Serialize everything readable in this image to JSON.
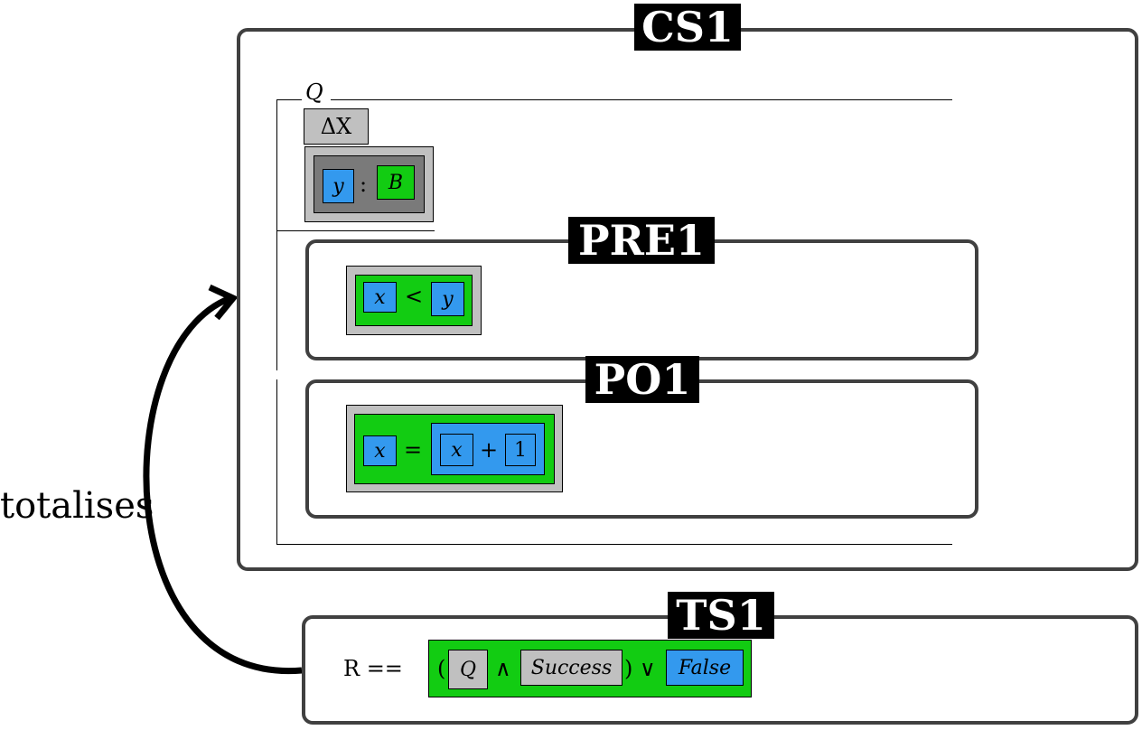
{
  "titles": {
    "cs": "CS1",
    "pre": "PRE1",
    "po": "PO1",
    "ts": "TS1"
  },
  "schema": {
    "name": "Q",
    "delta": "ΔX",
    "decl": {
      "var": "y",
      "colon": ":",
      "type": "B"
    }
  },
  "pre": {
    "lhs": "x",
    "op": "<",
    "rhs": "y"
  },
  "po": {
    "lhs": "x",
    "eq": "=",
    "a": "x",
    "plus": "+",
    "b": "1"
  },
  "ts": {
    "prefix": "R ==",
    "lparen": "(",
    "q": "Q",
    "and": "∧",
    "success": "Success",
    "rparen": ")",
    "or": "∨",
    "false_label": "False"
  },
  "arrow_label": "totalises",
  "colors": {
    "blue": "#3399ee",
    "green": "#12cc12",
    "gray": "#c0c0c0",
    "dark_gray": "#7a7a7a",
    "frame": "#404040"
  }
}
